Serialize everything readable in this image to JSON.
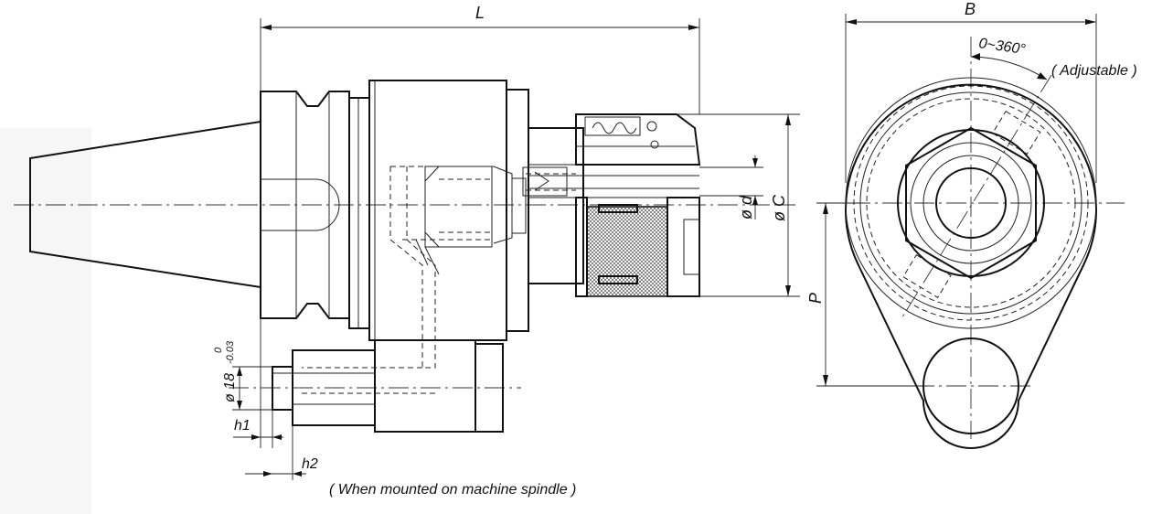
{
  "labels": {
    "L": "L",
    "B": "B",
    "angle": "0~360°",
    "adjustable": "( Adjustable )",
    "d": "ø d",
    "C": "ø C",
    "P": "P",
    "dia18": "ø 18",
    "tol_upper": "0",
    "tol_lower": "-0.03",
    "h1": "h1",
    "h2": "h2",
    "note": "( When mounted on machine spindle )"
  }
}
